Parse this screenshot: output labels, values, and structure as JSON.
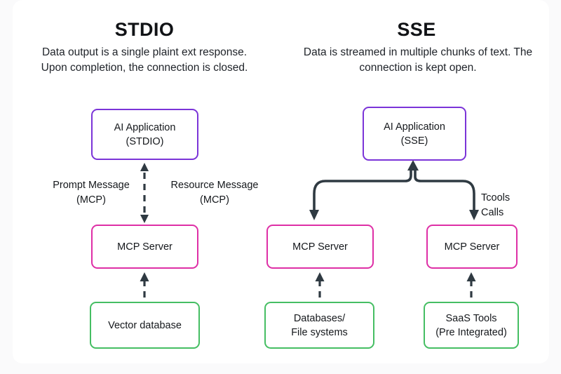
{
  "diagram": {
    "background": "#fafafb",
    "card_background": "#ffffff",
    "colors": {
      "purple": "#7B34D8",
      "pink": "#DE2FA6",
      "green": "#45BE63",
      "connector": "#2F3A42",
      "text": "#15181c"
    },
    "columns": [
      {
        "id": "stdio",
        "title": "STDIO",
        "subtitle": "Data output is a single plaint ext response. Upon completion, the connection is closed."
      },
      {
        "id": "sse",
        "title": "SSE",
        "subtitle": "Data is streamed in multiple chunks of text. The connection is kept open."
      }
    ],
    "nodes": {
      "stdio_app_line1": "AI Application",
      "stdio_app_line2": "(STDIO)",
      "stdio_server": "MCP Server",
      "stdio_source": "Vector database",
      "sse_app_line1": "AI Application",
      "sse_app_line2": "(SSE)",
      "sse_server_left": "MCP Server",
      "sse_server_right": "MCP Server",
      "sse_source_left_line1": "Databases/",
      "sse_source_left_line2": "File systems",
      "sse_source_right_line1": "SaaS Tools",
      "sse_source_right_line2": "(Pre Integrated)"
    },
    "edge_labels": {
      "prompt_line1": "Prompt Message",
      "prompt_line2": "(MCP)",
      "resource_line1": "Resource Message",
      "resource_line2": "(MCP)",
      "tools_line1": "Tcools",
      "tools_line2": "Calls"
    }
  }
}
